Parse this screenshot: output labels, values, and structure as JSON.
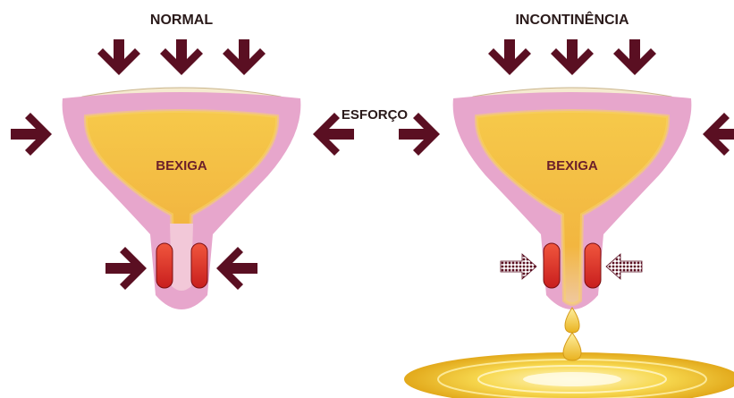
{
  "labels": {
    "normal_title": "NORMAL",
    "incontinence_title": "INCONTINÊNCIA",
    "effort": "ESFORÇO",
    "bladder_left": "BEXIGA",
    "bladder_right": "BEXIGA"
  },
  "colors": {
    "arrow": "#5a0f22",
    "bladder_wall": "#e7a6cc",
    "bladder_inner": "#f4c94a",
    "sphincter": "#e8362a",
    "urine_pool": "#f6d24a"
  },
  "icons": [
    "down-arrow-icon",
    "right-arrow-icon",
    "left-arrow-icon",
    "dotted-arrow-icon",
    "drop-icon"
  ]
}
